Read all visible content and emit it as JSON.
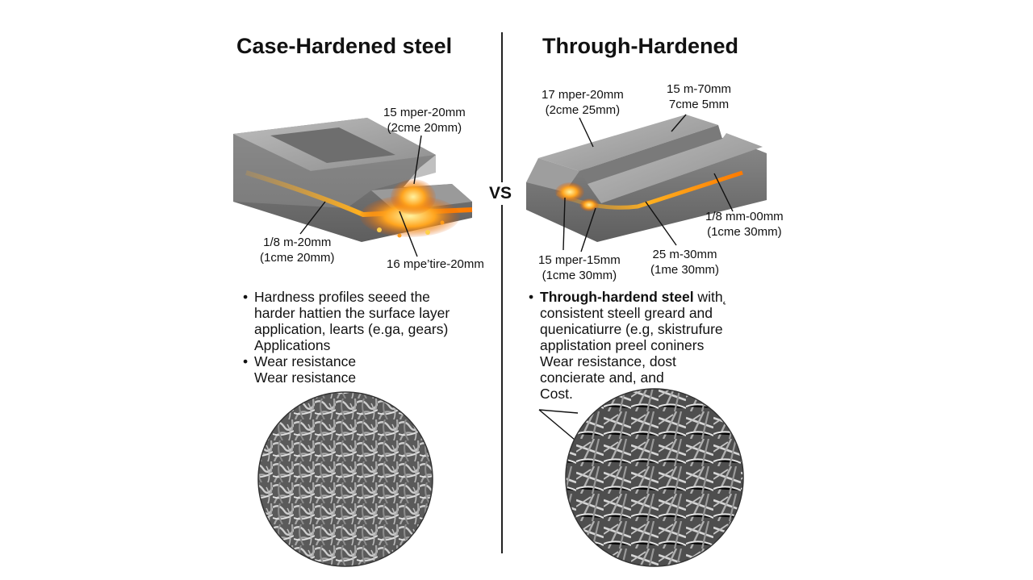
{
  "titles": {
    "left": "Case-Hardened steel",
    "right": "Through-Hardened",
    "vs": "VS"
  },
  "left_labels": {
    "top_1": "15 mper-20mm",
    "top_2": "(2cme 20mm)",
    "bl_1": "1/8 m-20mm",
    "bl_2": "(1cme 20mm)",
    "br_1": "16 mpe’tire-20mm"
  },
  "right_labels": {
    "tl_1": "17 mper-20mm",
    "tl_2": "(2cme 25mm)",
    "tr_1": "15 m-70mm",
    "tr_2": "7cme 5mm",
    "r_1": "1/8 mm-00mm",
    "r_2": "(1cme 30mm)",
    "b1_1": "15 mper-15mm",
    "b1_2": "(1cme 30mm)",
    "b2_1": "25 m-30mm",
    "b2_2": "(1me 30mm)"
  },
  "left_bullets": {
    "b1_l1": "Hardness profiles seeed the",
    "b1_l2": "harder hattien the surface layer",
    "b1_l3": "application, learts (e.ga, gears)",
    "b1_l4": "Applications",
    "b2_l1": "Wear resistance",
    "b2_l2": "Wear resistance"
  },
  "right_bullets": {
    "l1_bold": "Through-hardend steel",
    "l1_rest": " with˛",
    "l2": "consistent steell greard and",
    "l3": "quenicatiurre (e.g, skistrufure",
    "l4": "applistation preel coniners",
    "l5": "Wear resistance, dost",
    "l6": "concierate and, and",
    "l7": "Cost."
  },
  "colors": {
    "steel_top": "#a9a9a9",
    "steel_side": "#7b7b7b",
    "glow": "#f59a1c",
    "divider": "#222222"
  }
}
